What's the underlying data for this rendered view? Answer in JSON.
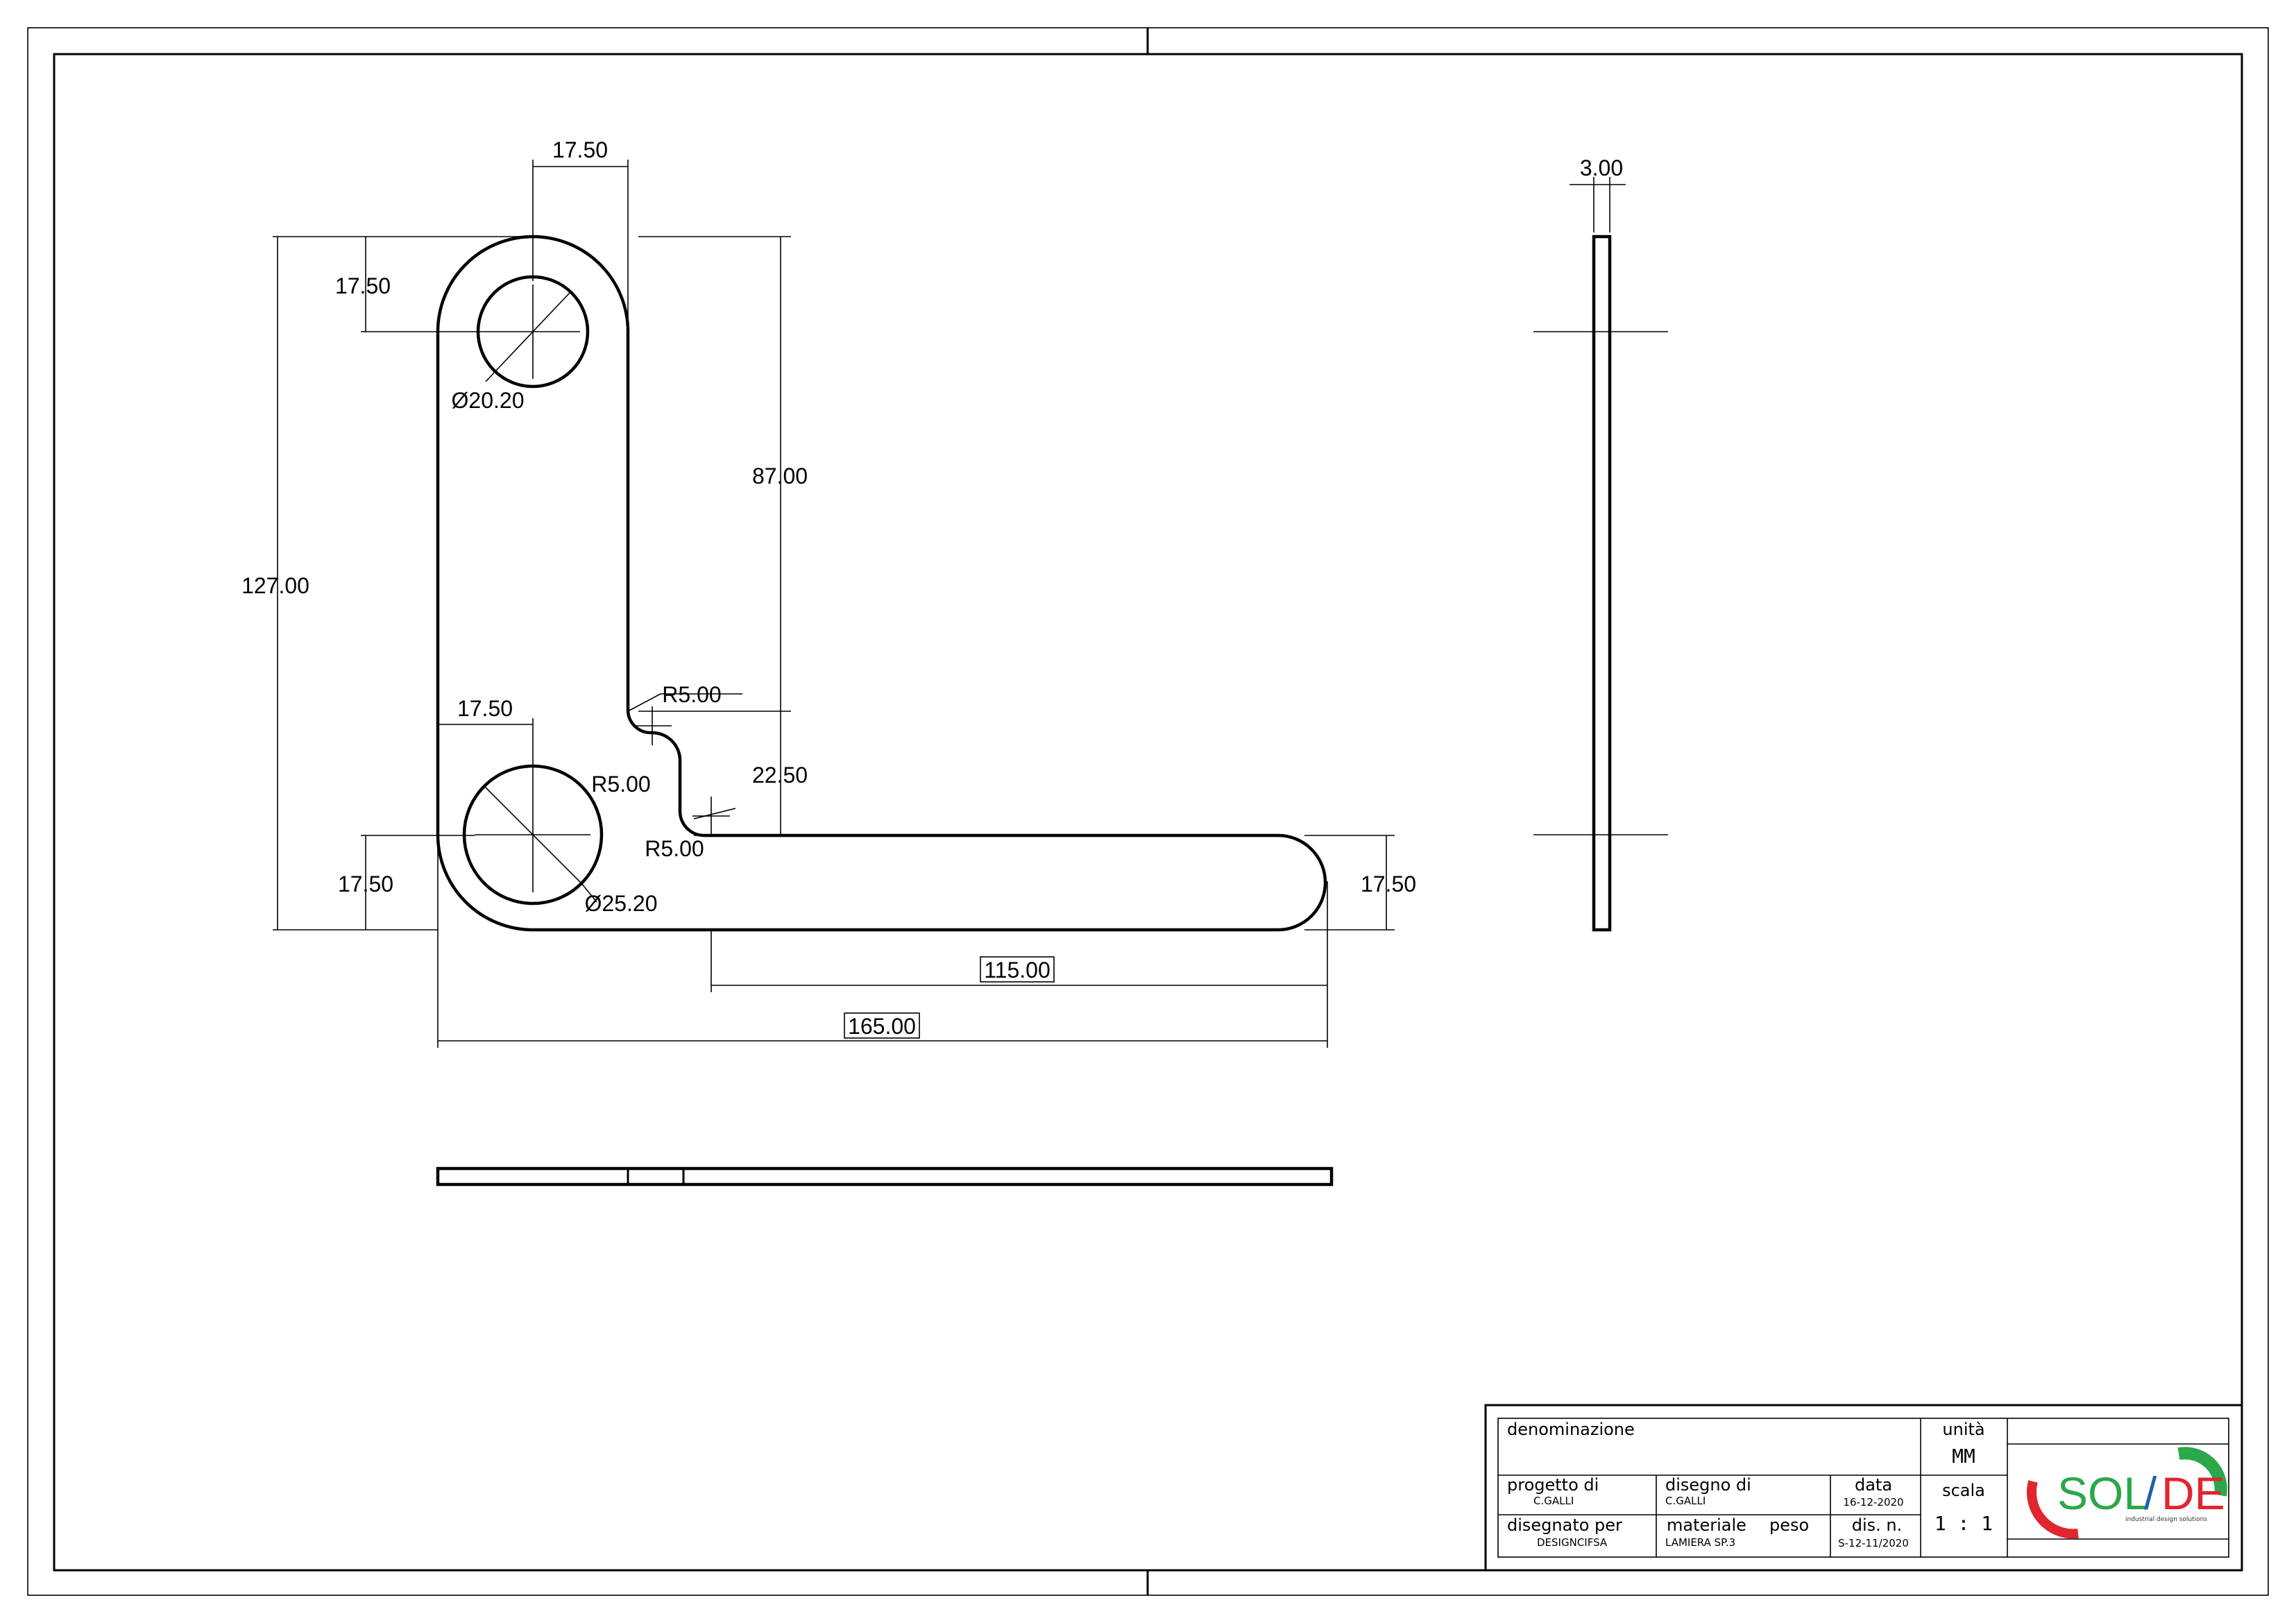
{
  "dimensions": {
    "top_hole_x": "17.50",
    "top_hole_y": "17.50",
    "top_hole_diameter": "Ø20.20",
    "arm_height": "87.00",
    "total_height": "127.00",
    "bottom_hole_x": "17.50",
    "bottom_hole_y": "17.50",
    "bottom_hole_diameter": "Ø25.20",
    "fillet_1": "R5.00",
    "fillet_2": "R5.00",
    "fillet_3": "R5.00",
    "step_height": "22.50",
    "base_height": "17.50",
    "base_length": "115.00",
    "total_length": "165.00",
    "thickness": "3.00"
  },
  "title_block": {
    "denominazione_label": "denominazione",
    "denominazione_value": "",
    "unita_label": "unità",
    "unita_value": "MM",
    "progetto_label": "progetto di",
    "progetto_value": "C.GALLI",
    "disegno_label": "disegno di",
    "disegno_value": "C.GALLI",
    "data_label": "data",
    "data_value": "16-12-2020",
    "scala_label": "scala",
    "scala_value": "1 : 1",
    "disegnato_label": "disegnato per",
    "disegnato_value": "DESIGNCIFSA",
    "materiale_label": "materiale",
    "materiale_value": "LAMIERA SP.3",
    "peso_label": "peso",
    "peso_value": "",
    "dis_label": "dis. n.",
    "dis_value": "S-12-11/2020"
  },
  "logo": {
    "brand": "SOL/DE",
    "tagline": "industrial design solutions",
    "colors": {
      "green": "#2aa84a",
      "red": "#e0262f",
      "blue": "#1f5fa8"
    }
  }
}
